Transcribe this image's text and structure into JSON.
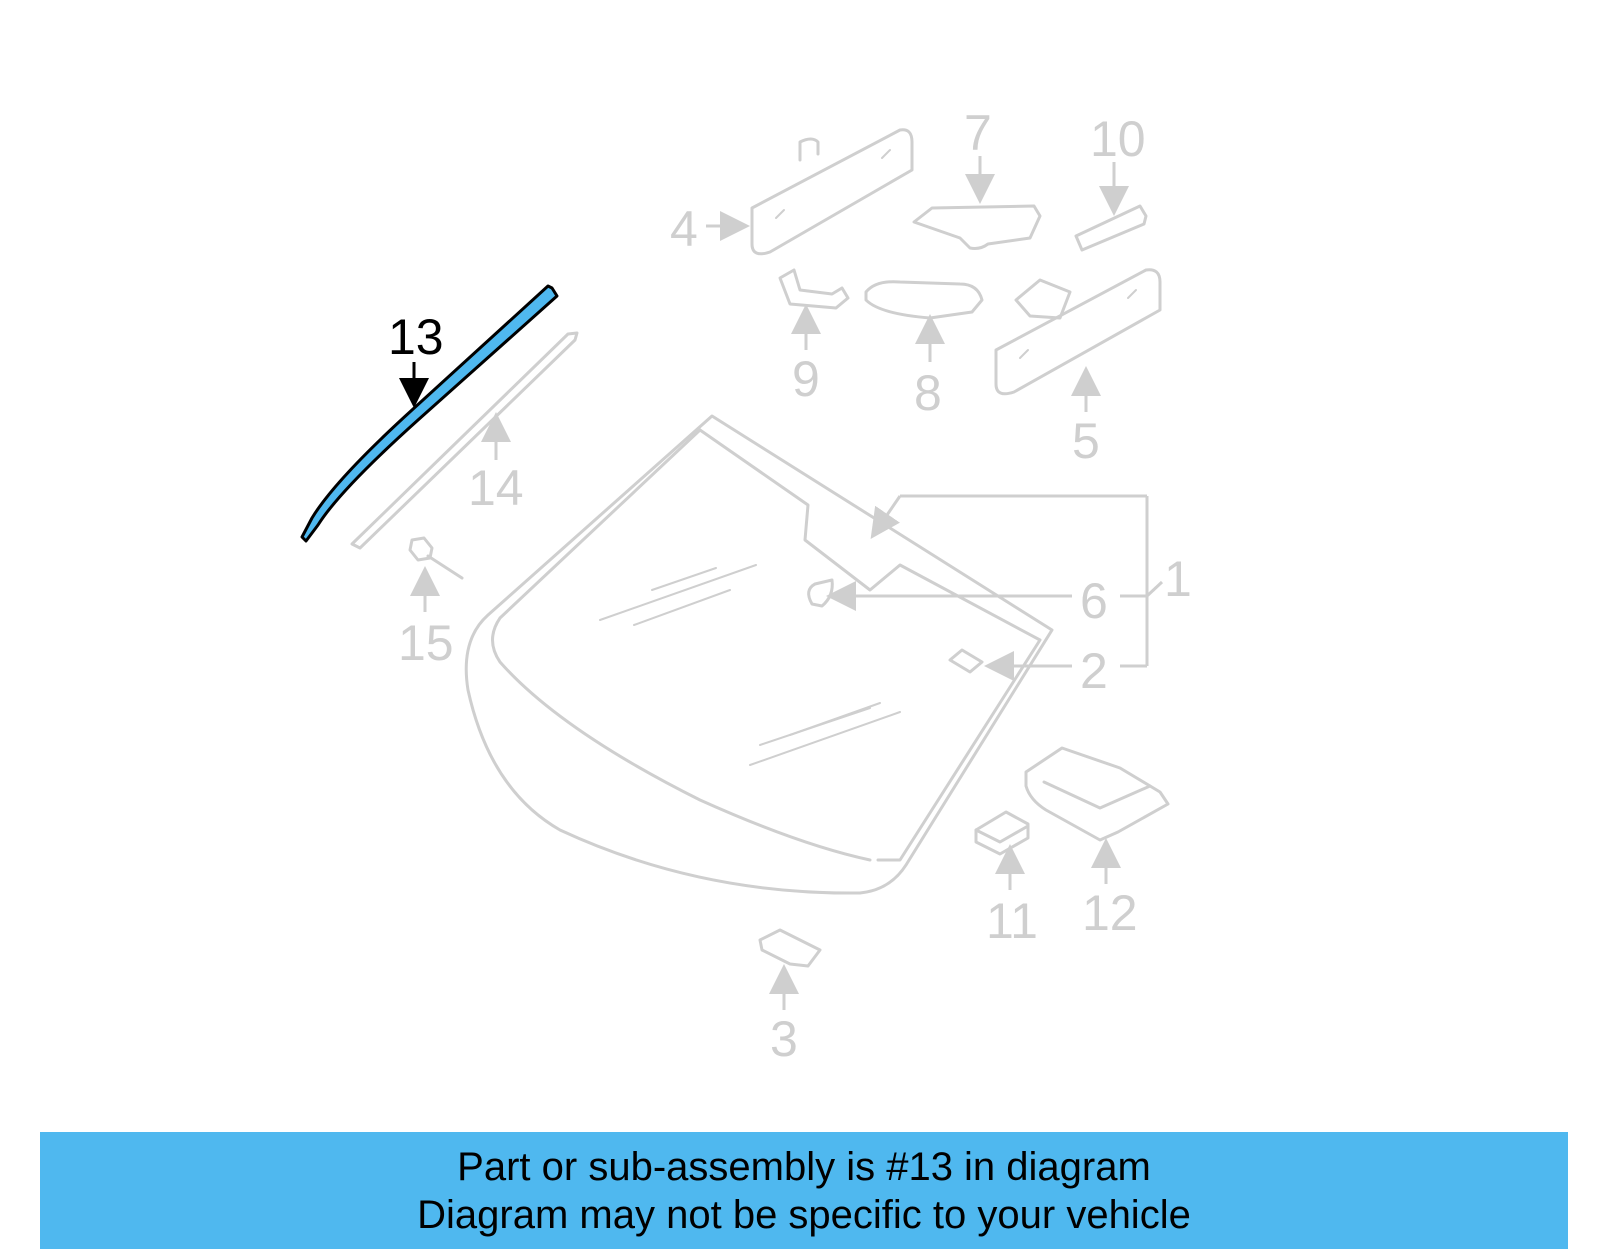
{
  "diagram": {
    "callouts": [
      "1",
      "2",
      "3",
      "4",
      "5",
      "6",
      "7",
      "8",
      "9",
      "10",
      "11",
      "12",
      "13",
      "14",
      "15"
    ],
    "highlighted_part": "13",
    "colors": {
      "highlight_fill": "#4fb8ef",
      "parts": "#cfcfcf",
      "banner_bg": "#4fb8ef",
      "highlight_text": "#000000"
    }
  },
  "banner": {
    "line1": "Part or sub-assembly is #13 in diagram",
    "line2": "Diagram may not be specific to your vehicle"
  }
}
